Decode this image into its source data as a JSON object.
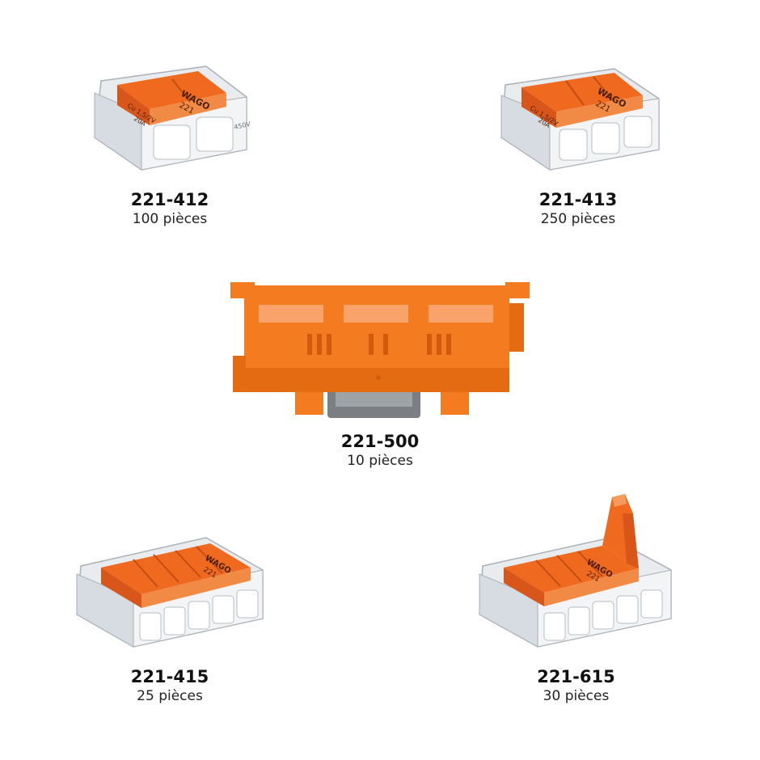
{
  "products": [
    {
      "id": "p412",
      "code": "221-412",
      "quantity": "100 pièces",
      "logo_text": "WAGO",
      "model_text": "221",
      "rating_text": "Cu 1,5/2V",
      "current_text": "20A",
      "voltage_text": "450V"
    },
    {
      "id": "p413",
      "code": "221-413",
      "quantity": "250 pièces",
      "logo_text": "WAGO",
      "model_text": "221",
      "rating_text": "Cu 1,5/2V",
      "current_text": "20A"
    },
    {
      "id": "p500",
      "code": "221-500",
      "quantity": "10 pièces"
    },
    {
      "id": "p415",
      "code": "221-415",
      "quantity": "25 pièces",
      "logo_text": "WAGO",
      "model_text": "221"
    },
    {
      "id": "p615",
      "code": "221-615",
      "quantity": "30 pièces",
      "logo_text": "WAGO",
      "model_text": "221"
    }
  ],
  "colors": {
    "lever_orange": "#ef6a1f",
    "mount_orange": "#f47b20",
    "clear_housing": "#dfe4e8",
    "text": "#111111"
  }
}
